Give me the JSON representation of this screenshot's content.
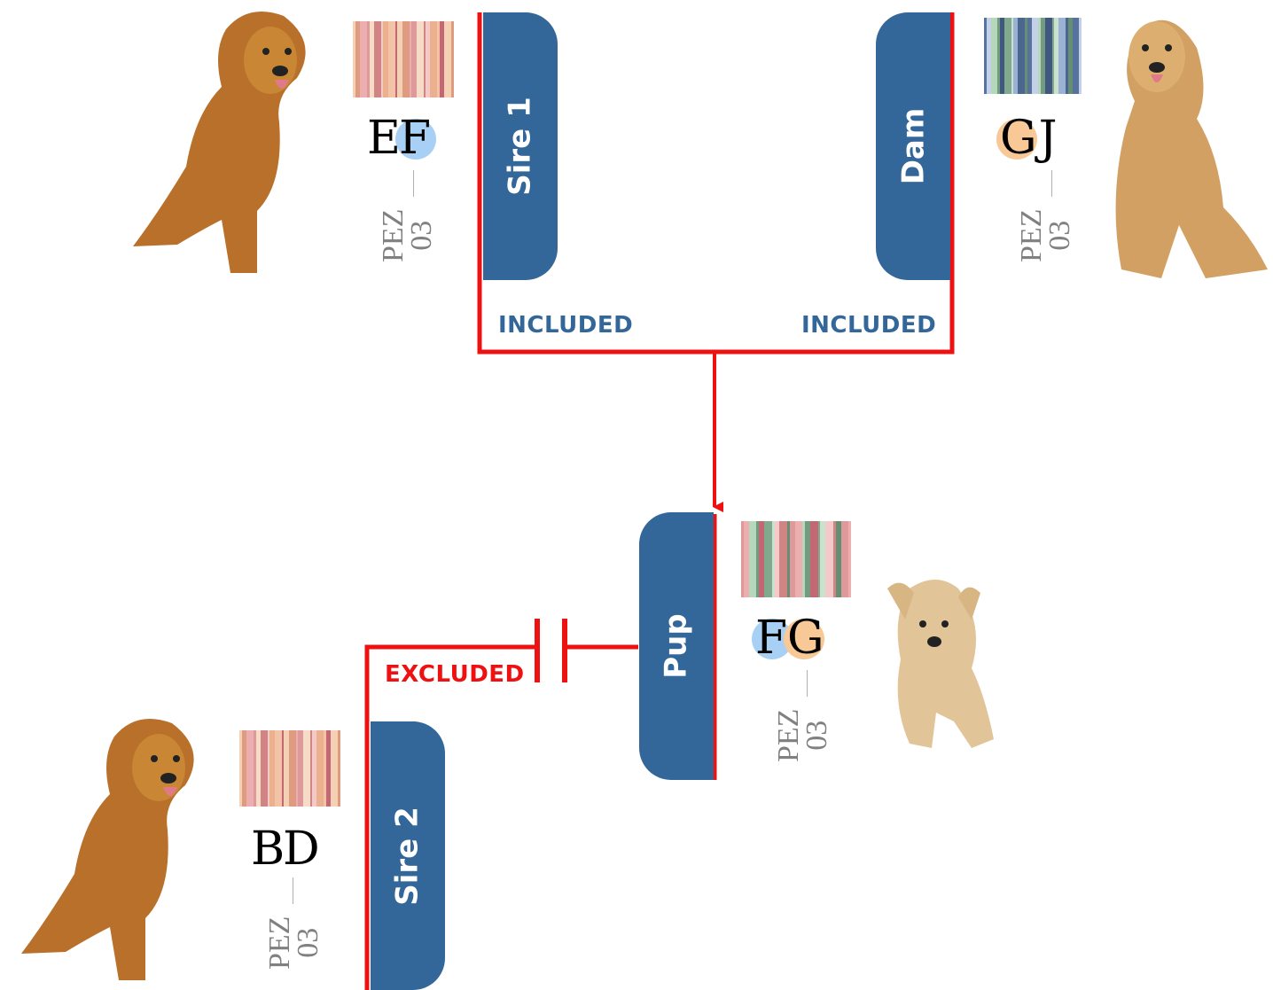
{
  "colors": {
    "tab": "#336699",
    "line": "#ee1111",
    "included": "#336699",
    "excluded": "#ee1111",
    "allele_blue": "#a8d0f5",
    "allele_orange": "#f8c896",
    "locus": "#808080"
  },
  "nodes": {
    "sire1": {
      "tab": "Sire 1",
      "genotype": [
        "E",
        "F"
      ],
      "highlight": [
        "none",
        "allele_blue"
      ],
      "locus": [
        "PEZ",
        "03"
      ],
      "status": "INCLUDED",
      "animal_icon": "adult-golden-retriever-icon",
      "barcode": "warm-barcode"
    },
    "dam": {
      "tab": "Dam",
      "genotype": [
        "G",
        "J"
      ],
      "highlight": [
        "allele_orange",
        "none"
      ],
      "locus": [
        "PEZ",
        "03"
      ],
      "status": "INCLUDED",
      "animal_icon": "adult-golden-retriever-icon",
      "barcode": "cool-barcode"
    },
    "pup": {
      "tab": "Pup",
      "genotype": [
        "F",
        "G"
      ],
      "highlight": [
        "allele_blue",
        "allele_orange"
      ],
      "locus": [
        "PEZ",
        "03"
      ],
      "animal_icon": "puppy-icon",
      "barcode": "mixed-barcode"
    },
    "sire2": {
      "tab": "Sire 2",
      "genotype": [
        "B",
        "D"
      ],
      "highlight": [
        "none",
        "none"
      ],
      "locus": [
        "PEZ",
        "03"
      ],
      "status": "EXCLUDED",
      "animal_icon": "adult-golden-retriever-icon",
      "barcode": "warm-barcode"
    }
  }
}
